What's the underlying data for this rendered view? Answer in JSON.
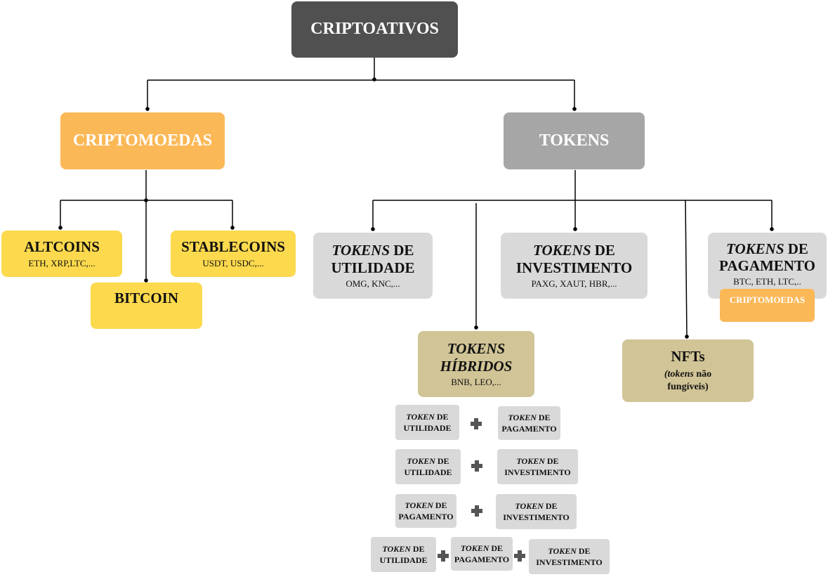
{
  "root": {
    "label": "CRIPTOATIVOS"
  },
  "criptomoedas": {
    "label": "CRIPTOMOEDAS"
  },
  "tokens": {
    "label": "TOKENS"
  },
  "altcoins": {
    "label": "ALTCOINS",
    "examples": "ETH, XRP,LTC,..."
  },
  "stablecoins": {
    "label": "STABLECOINS",
    "examples": "USDT, USDC,..."
  },
  "bitcoin": {
    "label": "BITCOIN"
  },
  "utilidade": {
    "word": "TOKENS",
    "rest": "DE",
    "line2": "UTILIDADE",
    "examples": "OMG, KNC,..."
  },
  "investimento": {
    "word": "TOKENS",
    "rest": "DE",
    "line2": "INVESTIMENTO",
    "examples": "PAXG, XAUT, HBR,..."
  },
  "pagamento": {
    "word": "TOKENS",
    "rest": "DE",
    "line2": "PAGAMENTO",
    "examples": "BTC, ETH, LTC,..",
    "badge": "CRIPTOMOEDAS"
  },
  "hibridos": {
    "line1": "TOKENS",
    "line2": "HÍBRIDOS",
    "examples": "BNB, LEO,..."
  },
  "nfts": {
    "title": "NFTs",
    "sub_open": "(",
    "sub_italic": "tokens",
    "sub_rest": "não",
    "sub_line2": "fungíveis)"
  },
  "combos": {
    "token_word": "TOKEN",
    "de": "DE",
    "utilidade": "UTILIDADE",
    "pagamento": "PAGAMENTO",
    "investimento": "INVESTIMENTO"
  },
  "colors": {
    "root": "#505050",
    "criptomoedas": "#fbb857",
    "tokens": "#a6a6a6",
    "yellow": "#fcd94d",
    "light_grey": "#d9d9d9",
    "khaki": "#d1c496",
    "plus": "#555555"
  }
}
